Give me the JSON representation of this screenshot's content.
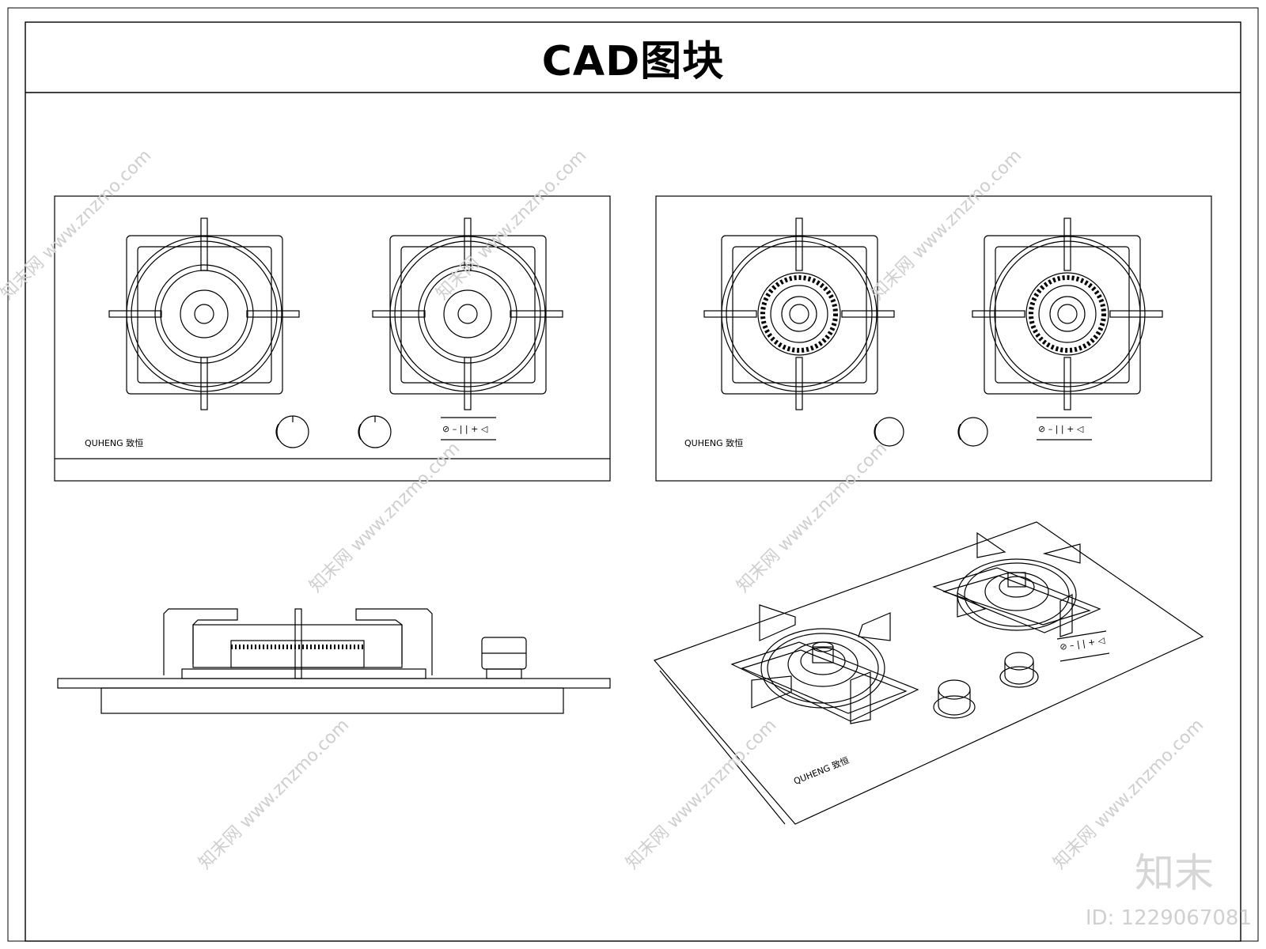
{
  "title": "CAD图块",
  "brand_label": "QUHENG 致恒",
  "panel_symbol": "⊘ – | | + ◁",
  "watermark_text": "知末网 www.znzmo.com",
  "logo_text": "知末",
  "id_label": "ID: 1229067081",
  "icons": [
    "gas-burner-icon",
    "control-knob-icon"
  ],
  "colors": {
    "line": "#000000",
    "watermark": "#cfcfcf",
    "background": "#ffffff"
  }
}
